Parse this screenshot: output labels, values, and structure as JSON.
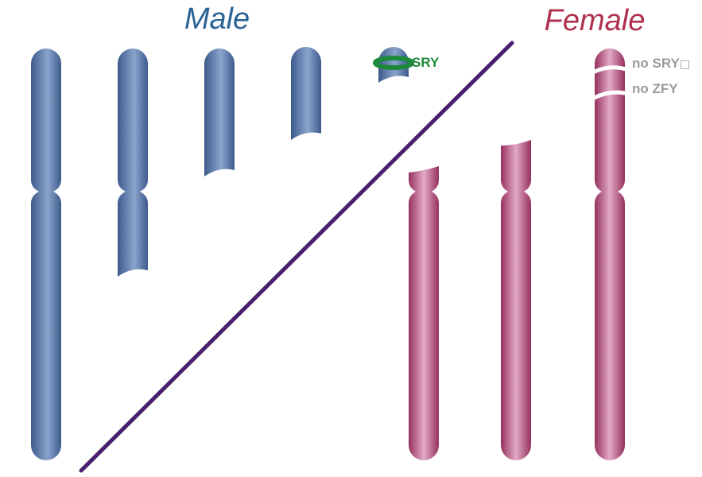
{
  "headings": {
    "male": "Male",
    "female": "Female"
  },
  "labels": {
    "sry_marker": "SRY",
    "no_sry": "no SRY",
    "no_sry_trailing_glyph": "□",
    "no_zfy": "no ZFY"
  },
  "colors": {
    "male_heading": "#2a6496",
    "female_heading": "#b0304f",
    "male_chromosome_dark": "#3d5a8c",
    "male_chromosome_light": "#8aa4cc",
    "female_chromosome_dark": "#96305e",
    "female_chromosome_light": "#e2aac6",
    "divider_line": "#4a1f6e",
    "sry_band": "#1d8a3a",
    "sry_label": "#1d8a3a",
    "absent_gene_label": "#9a9a9a"
  },
  "icons": {
    "divider": "diagonal-line",
    "chromosome": "rounded-rod"
  }
}
